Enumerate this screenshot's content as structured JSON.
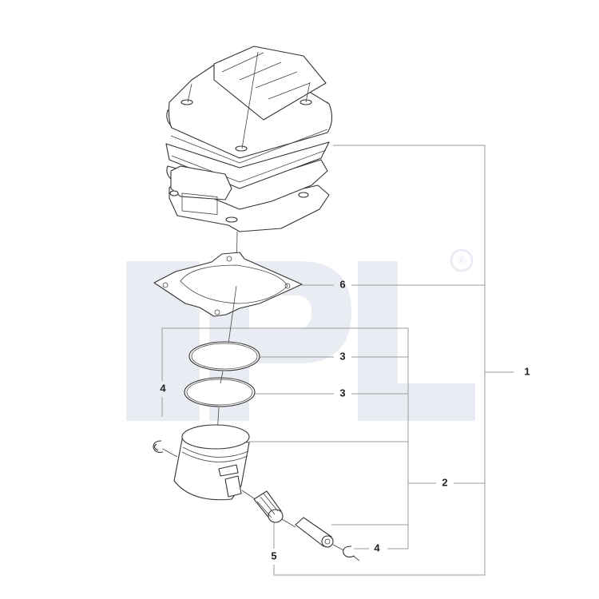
{
  "diagram": {
    "watermark": {
      "text": "IPL",
      "registered_mark": "®",
      "color": "#e9edf3"
    },
    "callouts": [
      {
        "id": "cylinder-assembly",
        "label": "1"
      },
      {
        "id": "piston-kit",
        "label": "2"
      },
      {
        "id": "piston-ring-upper",
        "label": "3"
      },
      {
        "id": "piston-ring-lower",
        "label": "3"
      },
      {
        "id": "circlip-left",
        "label": "4"
      },
      {
        "id": "circlip-right",
        "label": "4"
      },
      {
        "id": "needle-bearing",
        "label": "5"
      },
      {
        "id": "cylinder-gasket",
        "label": "6"
      }
    ]
  }
}
